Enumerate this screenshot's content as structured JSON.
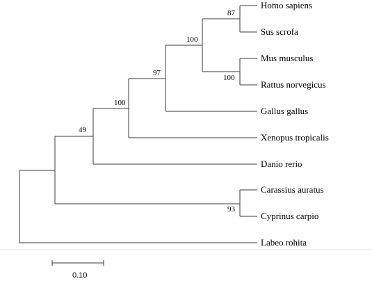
{
  "tree": {
    "taxa": [
      "Homo sapiens",
      "Sus scrofa",
      "Mus musculus",
      "Rattus norvegicus",
      "Gallus gallus",
      "Xenopus tropicalis",
      "Danio rerio",
      "Carassius auratus",
      "Cyprinus carpio",
      "Labeo rohita"
    ],
    "bootstrap": {
      "homo_sus": "87",
      "mammals": "100",
      "mus_rattus": "100",
      "amniotes": "97",
      "tetrapods": "100",
      "vertebrates_with_danio": "49",
      "carassius_cyprinus": "93"
    },
    "scale_bar": {
      "label": "0.10"
    }
  }
}
